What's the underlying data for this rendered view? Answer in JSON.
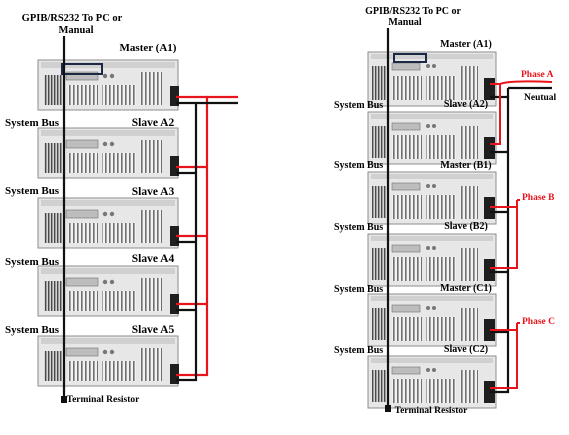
{
  "left_diagram": {
    "pc_label_line1": "GPIB/RS232 To PC or",
    "pc_label_line2": "Manual",
    "units": [
      {
        "label": "Master (A1)"
      },
      {
        "label": "Slave A2"
      },
      {
        "label": "Slave A3"
      },
      {
        "label": "Slave A4"
      },
      {
        "label": "Slave A5"
      }
    ],
    "bus_labels": [
      "System Bus",
      "System Bus",
      "System Bus",
      "System Bus"
    ],
    "terminal_label": "Terminal Resistor"
  },
  "right_diagram": {
    "pc_label_line1": "GPIB/RS232 To PC or",
    "pc_label_line2": "Manual",
    "units": [
      {
        "label": "Master (A1)"
      },
      {
        "label": "Slave (A2)"
      },
      {
        "label": "Master (B1)"
      },
      {
        "label": "Slave (B2)"
      },
      {
        "label": "Master (C1)"
      },
      {
        "label": "Slave (C2)"
      }
    ],
    "bus_labels": [
      "System Bus",
      "System Bus",
      "System Bus",
      "System Bus",
      "System Bus"
    ],
    "phase_labels": [
      "Phase A",
      "Phase B",
      "Phase C"
    ],
    "neutral_label": "Neutual",
    "terminal_label": "Terminal Resistor"
  },
  "colors": {
    "phase_wire": "#e8141c",
    "neutral_wire": "#111111",
    "chassis": "#e7e7e7",
    "chassis_border": "#8c8c8c"
  }
}
